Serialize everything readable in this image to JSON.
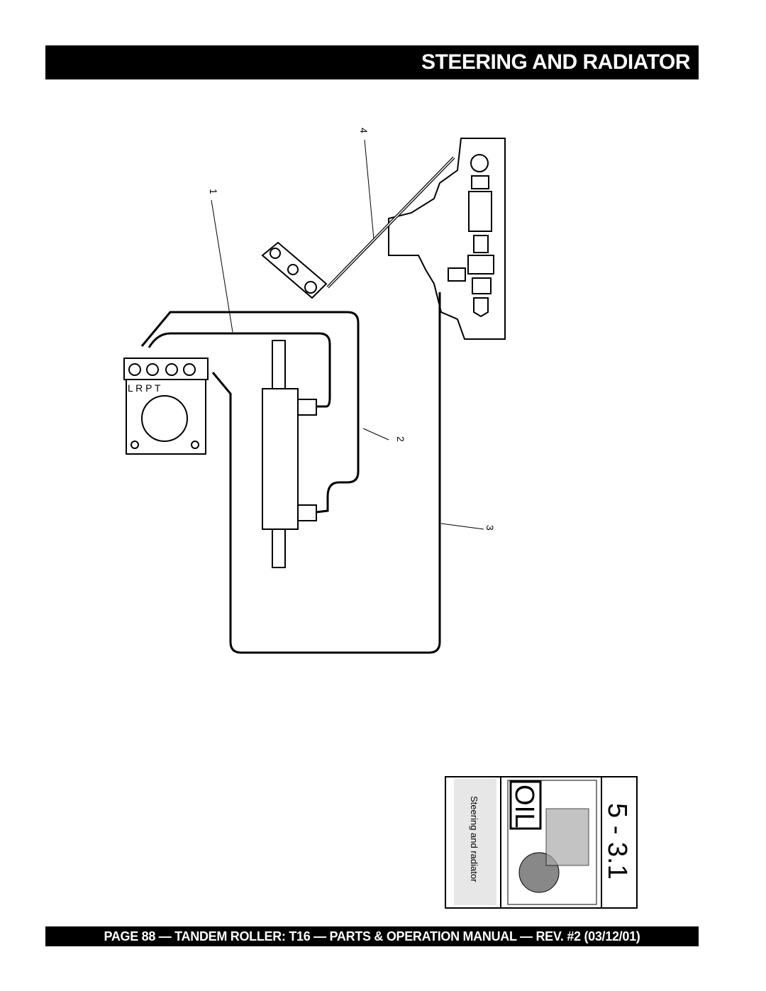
{
  "header": {
    "title": "STEERING AND RADIATOR"
  },
  "diagram": {
    "callouts": [
      "1",
      "2",
      "3",
      "4"
    ],
    "port_labels": "L  R  P  T"
  },
  "thumbnail": {
    "section_number": "5 - 3.1",
    "oil_label": "OIL",
    "caption": "Steering and radiator"
  },
  "footer": {
    "text": "PAGE 88 — TANDEM ROLLER: T16 — PARTS & OPERATION MANUAL — REV. #2 (03/12/01)"
  }
}
